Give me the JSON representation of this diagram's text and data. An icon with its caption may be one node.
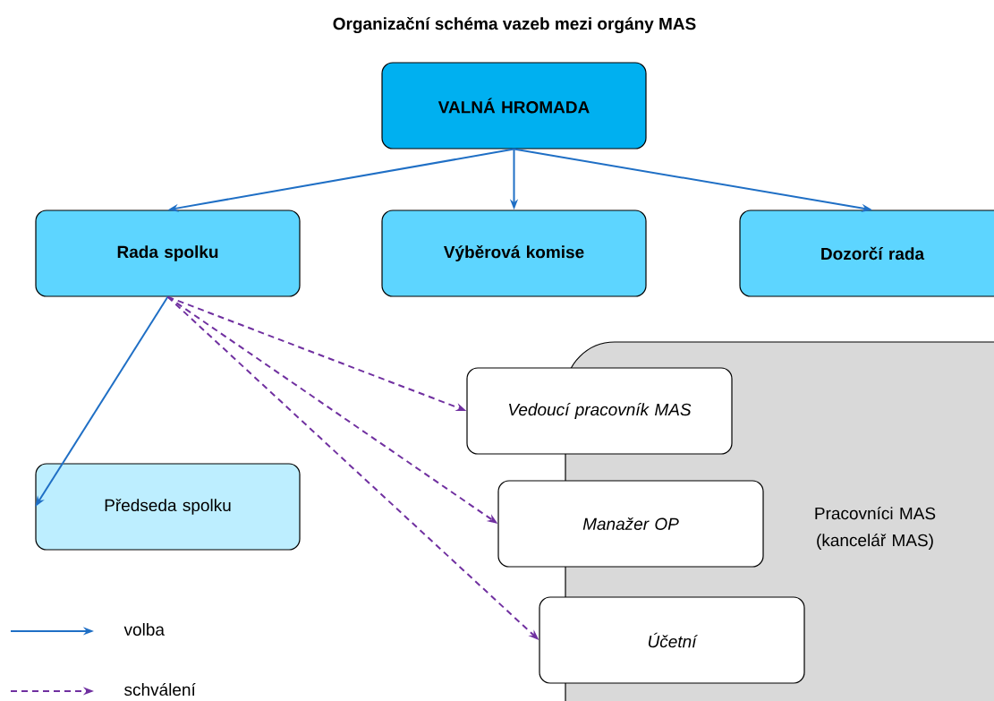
{
  "diagram": {
    "title": "Organizační schéma vazeb mezi orgány MAS",
    "nodes": [
      {
        "text": [
          "VALNÁ HROMADA"
        ]
      },
      {
        "text": [
          "Rada spolku"
        ]
      },
      {
        "text": [
          "Výběrová komise"
        ]
      },
      {
        "text": [
          "Dozorčí rada"
        ]
      },
      {
        "text": [
          "Předseda spolku"
        ]
      },
      {
        "text": [
          "Pracovníci MAS (kancelář MAS)"
        ]
      },
      {
        "text": [
          "Vedoucí pracovník MAS"
        ]
      },
      {
        "text": [
          "Manažer OP"
        ]
      },
      {
        "text": [
          "Účetní"
        ]
      }
    ],
    "edges": [
      {
        "from": 0,
        "to": 1,
        "arrow": "to"
      },
      {
        "from": 0,
        "to": 2,
        "arrow": "to"
      },
      {
        "from": 0,
        "to": 3,
        "arrow": "to"
      },
      {
        "from": 1,
        "to": 4,
        "arrow": "to"
      },
      {
        "from": 1,
        "to": 6,
        "arrow": "to",
        "style": "dashed",
        "color": "#7030a0"
      },
      {
        "from": 1,
        "to": 7,
        "arrow": "to",
        "style": "dashed",
        "color": "#7030a0"
      },
      {
        "from": 1,
        "to": 8,
        "arrow": "to",
        "style": "dashed",
        "color": "#7030a0"
      }
    ],
    "legend": [
      {
        "text": "volba"
      },
      {
        "text": "schválení"
      }
    ]
  }
}
